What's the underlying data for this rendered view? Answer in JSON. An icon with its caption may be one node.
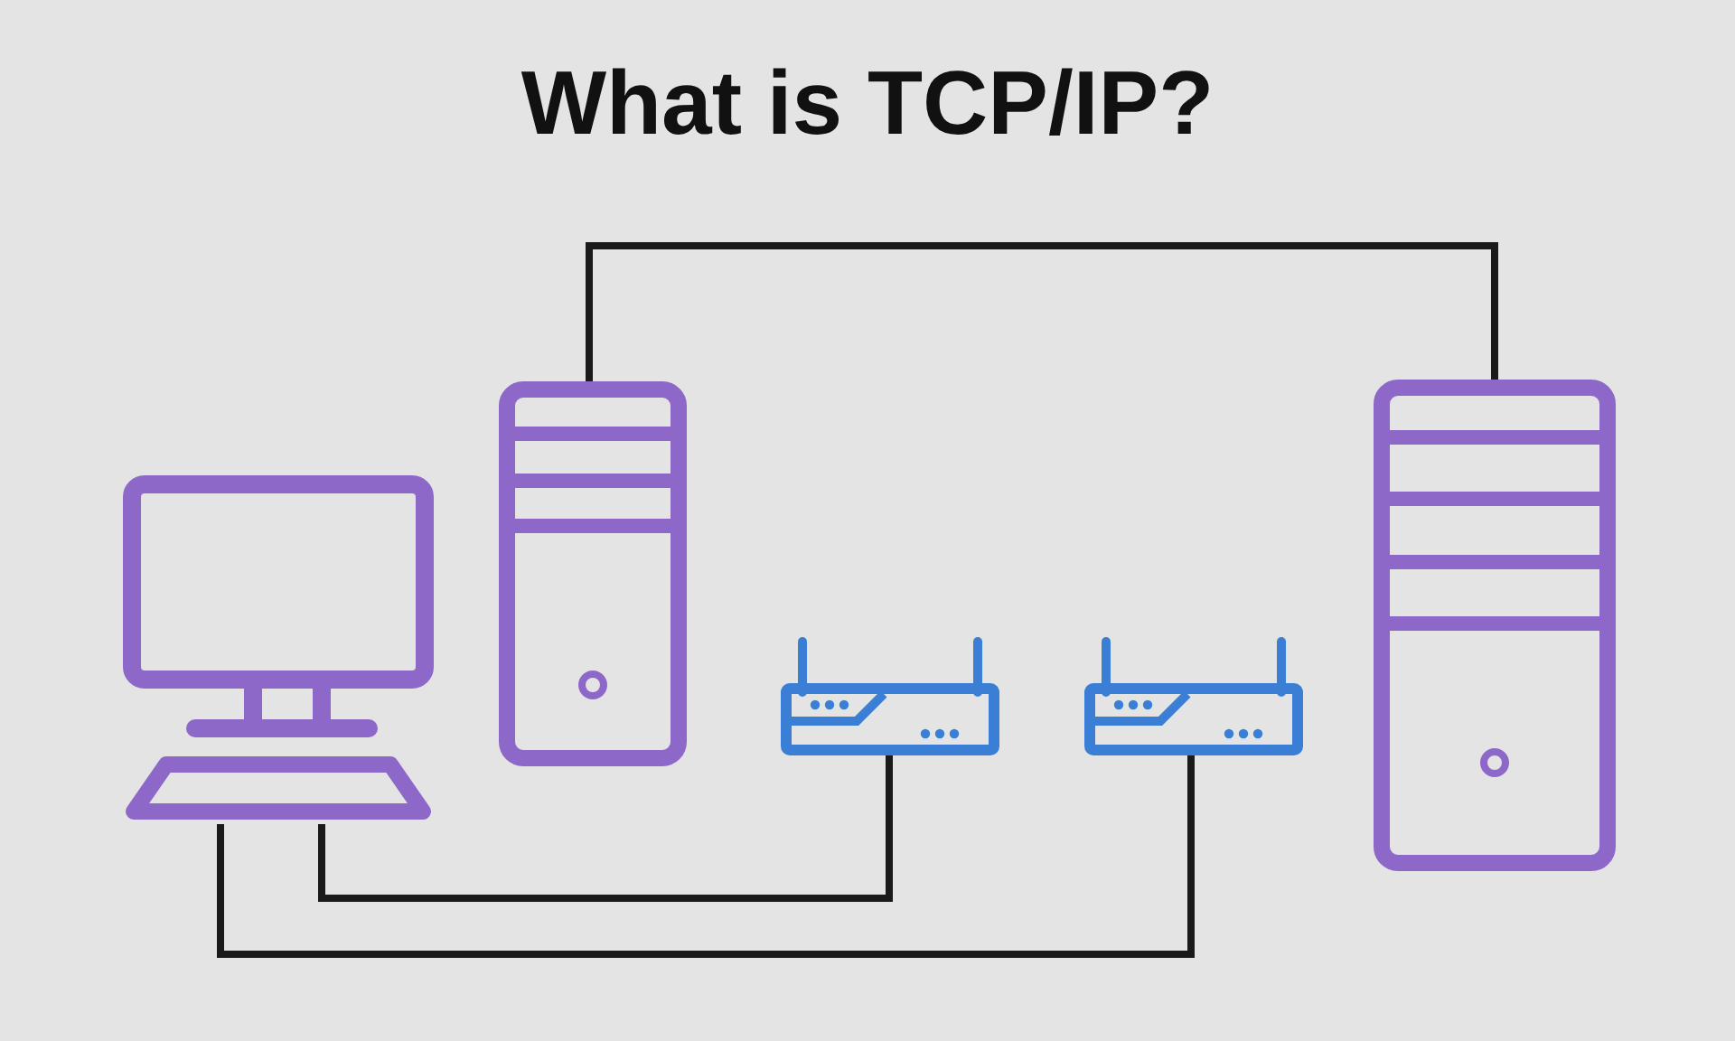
{
  "diagram": {
    "title": "What is TCP/IP?",
    "nodes": [
      {
        "text": [],
        "shape": "picture"
      },
      {
        "text": [],
        "shape": "picture"
      },
      {
        "text": [],
        "shape": "picture"
      },
      {
        "text": [],
        "shape": "picture"
      },
      {
        "text": [],
        "shape": "picture"
      }
    ],
    "edges": [
      {
        "from": 1,
        "to": 4,
        "arrow": "none"
      },
      {
        "from": 0,
        "to": 2,
        "arrow": "none"
      },
      {
        "from": 0,
        "to": 3,
        "arrow": "none"
      }
    ]
  }
}
